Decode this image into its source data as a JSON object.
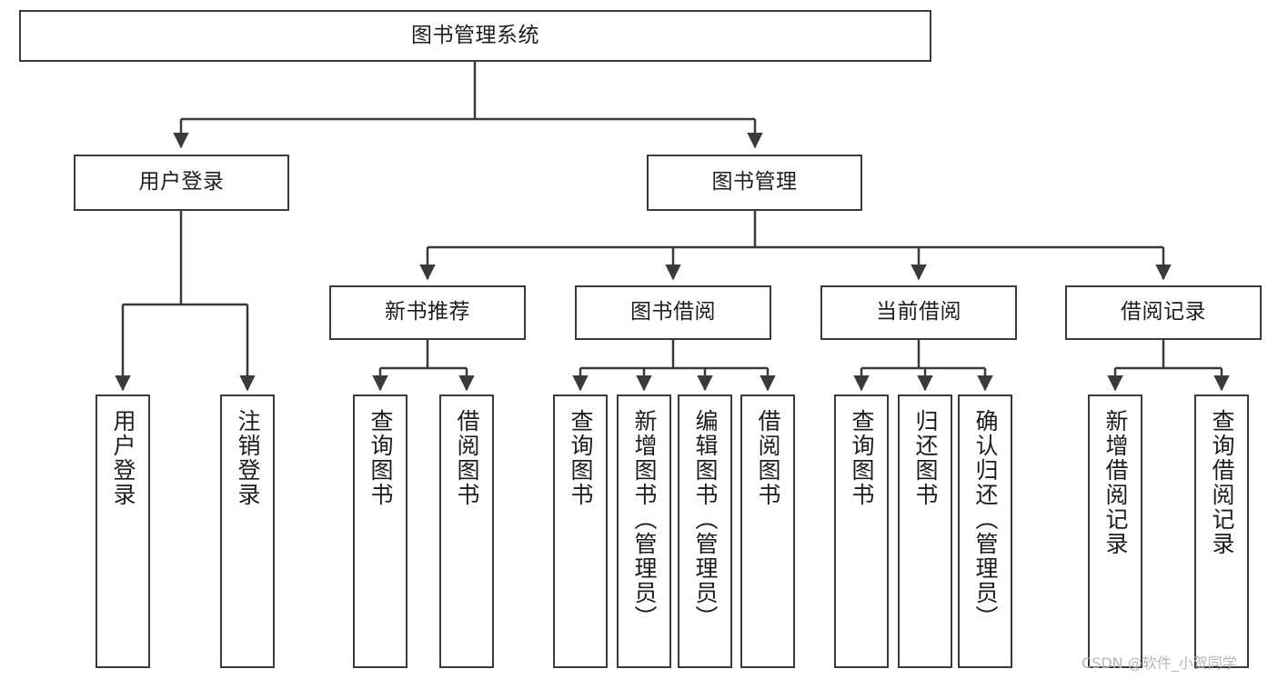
{
  "diagram": {
    "title": "图书管理系统",
    "type": "hierarchy-tree",
    "stroke_color": "#3a3a3a",
    "background_color": "#ffffff",
    "text_color": "#1d1d1d",
    "watermark": "CSDN @软件_小贺同学",
    "levels": {
      "root": {
        "label": "图书管理系统"
      },
      "level2": [
        {
          "label": "用户登录"
        },
        {
          "label": "图书管理"
        }
      ],
      "level3": [
        {
          "label": "新书推荐"
        },
        {
          "label": "图书借阅"
        },
        {
          "label": "当前借阅"
        },
        {
          "label": "借阅记录"
        }
      ],
      "leaves": {
        "user_login": [
          {
            "label": "用户登录"
          },
          {
            "label": "注销登录"
          }
        ],
        "new_book_recommend": [
          {
            "label": "查询图书"
          },
          {
            "label": "借阅图书"
          }
        ],
        "book_borrow": [
          {
            "label": "查询图书"
          },
          {
            "label": "新增图书（管理员）"
          },
          {
            "label": "编辑图书（管理员）"
          },
          {
            "label": "借阅图书"
          }
        ],
        "current_borrow": [
          {
            "label": "查询图书"
          },
          {
            "label": "归还图书"
          },
          {
            "label": "确认归还（管理员）"
          }
        ],
        "borrow_record": [
          {
            "label": "新增借阅记录"
          },
          {
            "label": "查询借阅记录"
          }
        ]
      }
    }
  }
}
